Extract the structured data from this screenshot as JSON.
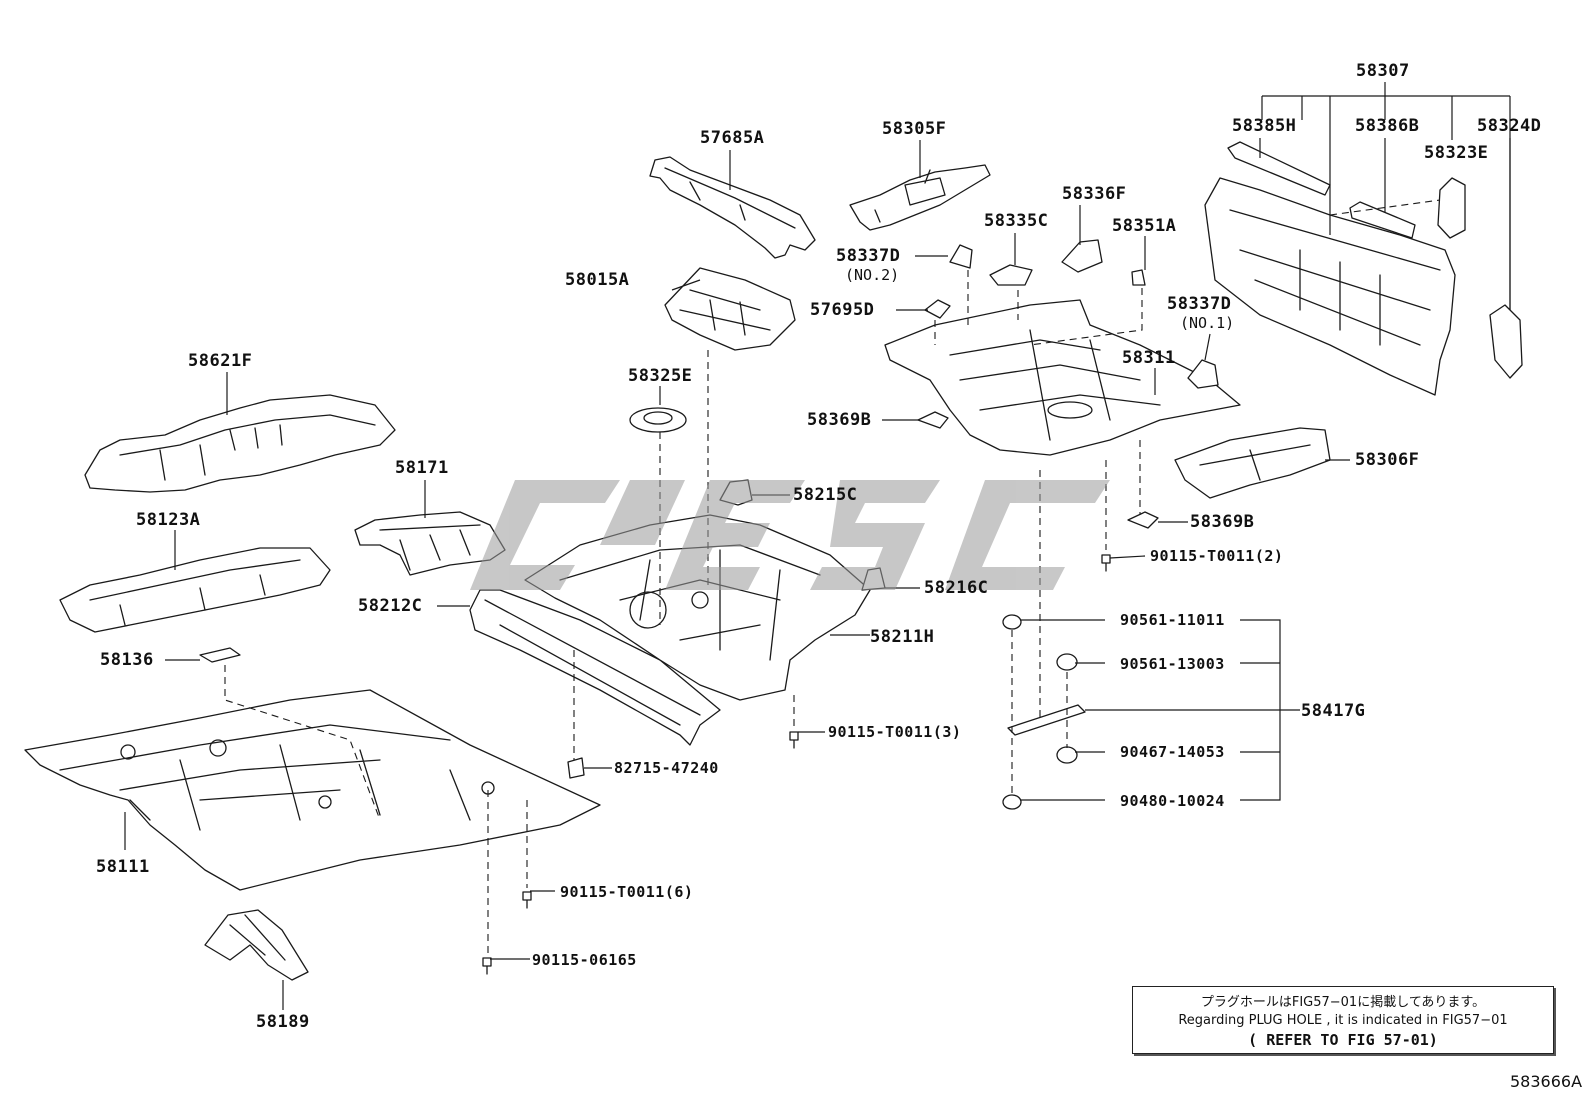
{
  "labels": {
    "p57685A": "57685A",
    "p58305F": "58305F",
    "p58307": "58307",
    "p58385H": "58385H",
    "p58386B": "58386B",
    "p58324D": "58324D",
    "p58323E": "58323E",
    "p58336F": "58336F",
    "p58335C": "58335C",
    "p58351A": "58351A",
    "p58337D_a": "58337D",
    "p58337D_b": "58337D",
    "p58015A": "58015A",
    "p57695D": "57695D",
    "p58621F": "58621F",
    "p58325E": "58325E",
    "p58311": "58311",
    "p58369B_a": "58369B",
    "p58369B_b": "58369B",
    "p58306F": "58306F",
    "p58171": "58171",
    "p58215C": "58215C",
    "p58123A": "58123A",
    "p58216C": "58216C",
    "p58212C": "58212C",
    "p58211H": "58211H",
    "p58136": "58136",
    "p58417G": "58417G",
    "p58111": "58111",
    "p58189": "58189",
    "b90115_T0011_2": "90115-T0011(2)",
    "b90561_11011": "90561-11011",
    "b90561_13003": "90561-13003",
    "b90467_14053": "90467-14053",
    "b90480_10024": "90480-10024",
    "b90115_T0011_3": "90115-T0011(3)",
    "b82715_47240": "82715-47240",
    "b90115_T0011_6": "90115-T0011(6)",
    "b90115_06165": "90115-06165"
  },
  "sublabels": {
    "no2": "(NO.2)",
    "no1": "(NO.1)"
  },
  "note": {
    "line1": "プラグホールはFIG57−01に掲載してあります。",
    "line2": "Regarding  PLUG HOLE , it is indicated in FIG57−01",
    "line3": "( REFER TO FIG 57-01)"
  },
  "figure_code": "583666A"
}
